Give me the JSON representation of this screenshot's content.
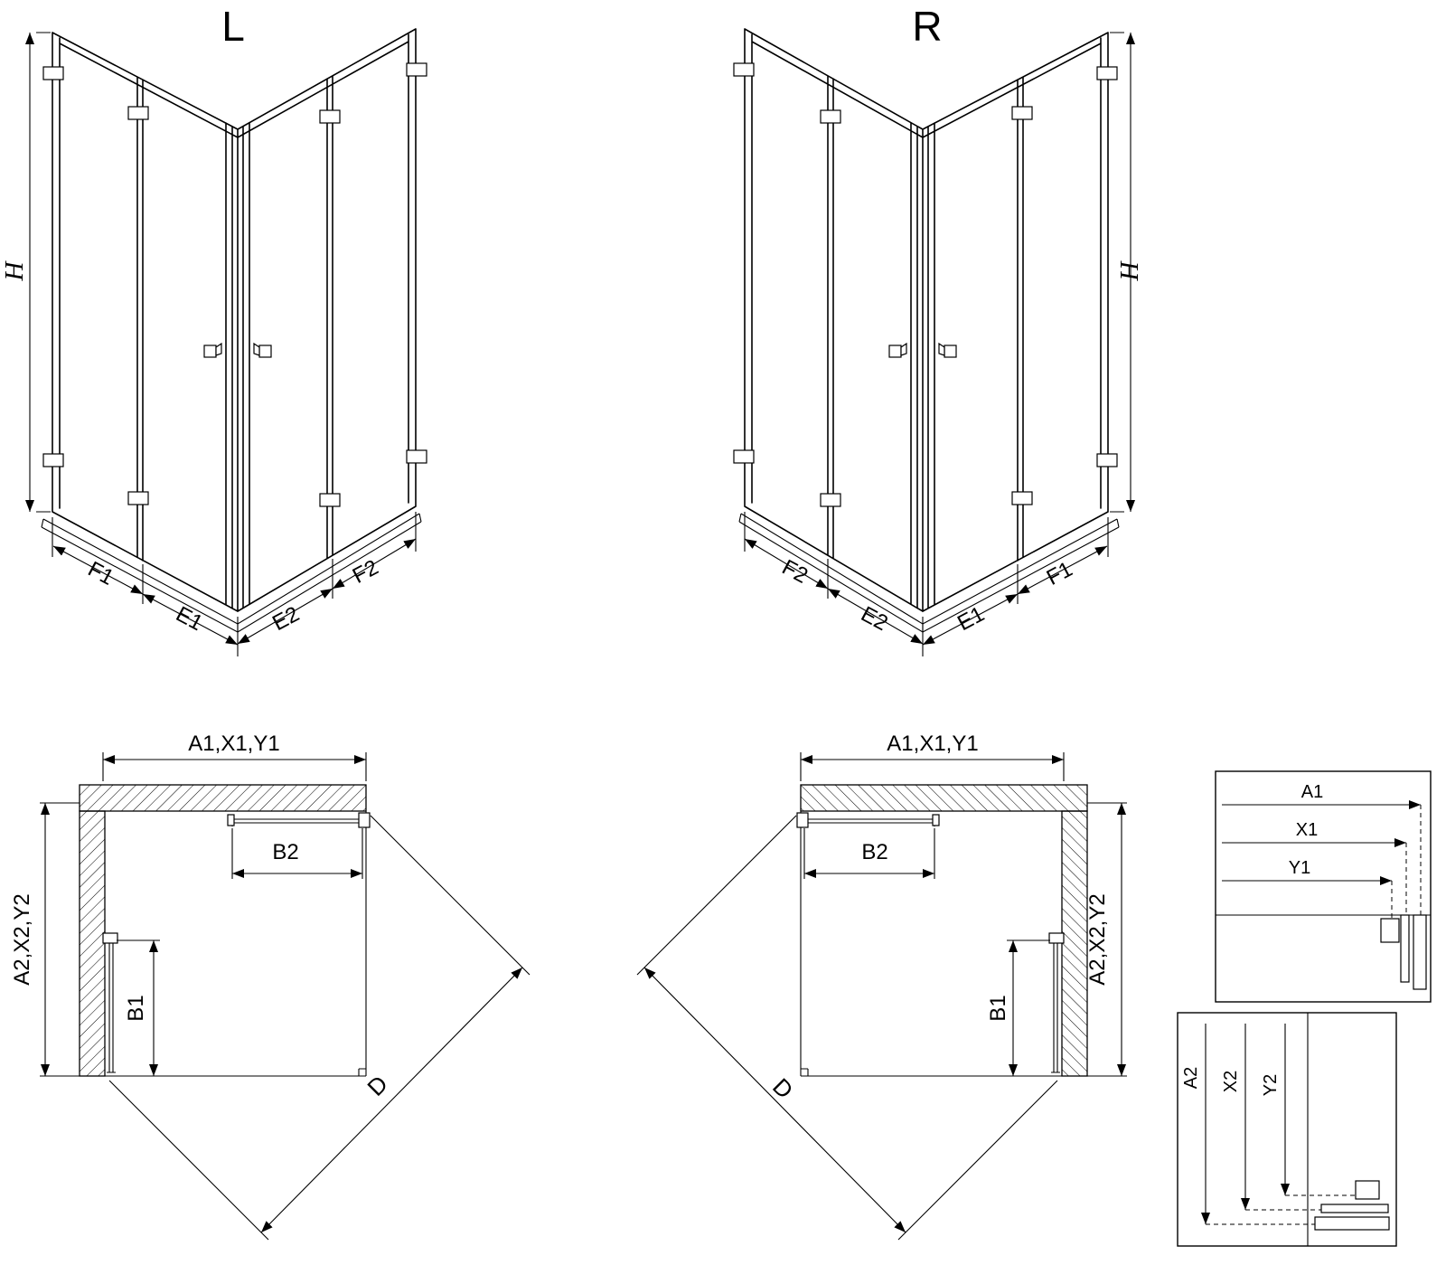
{
  "colors": {
    "line": "#000000",
    "background": "#ffffff"
  },
  "iso": {
    "left": {
      "title": "L",
      "height": "H",
      "outer_left": "F1",
      "inner_left": "E1",
      "inner_right": "E2",
      "outer_right": "F2"
    },
    "right": {
      "title": "R",
      "height": "H",
      "outer_left": "F2",
      "inner_left": "E2",
      "inner_right": "E1",
      "outer_right": "F1"
    }
  },
  "plan": {
    "left": {
      "width": "A1,X1,Y1",
      "depth": "A2,X2,Y2",
      "door_top": "B2",
      "door_side": "B1",
      "diagonal": "D"
    },
    "right": {
      "width": "A1,X1,Y1",
      "depth": "A2,X2,Y2",
      "door_top": "B2",
      "door_side": "B1",
      "diagonal": "D"
    }
  },
  "detail": {
    "top": {
      "dim1": "A1",
      "dim2": "X1",
      "dim3": "Y1"
    },
    "bottom": {
      "dim1": "A2",
      "dim2": "X2",
      "dim3": "Y2"
    }
  }
}
